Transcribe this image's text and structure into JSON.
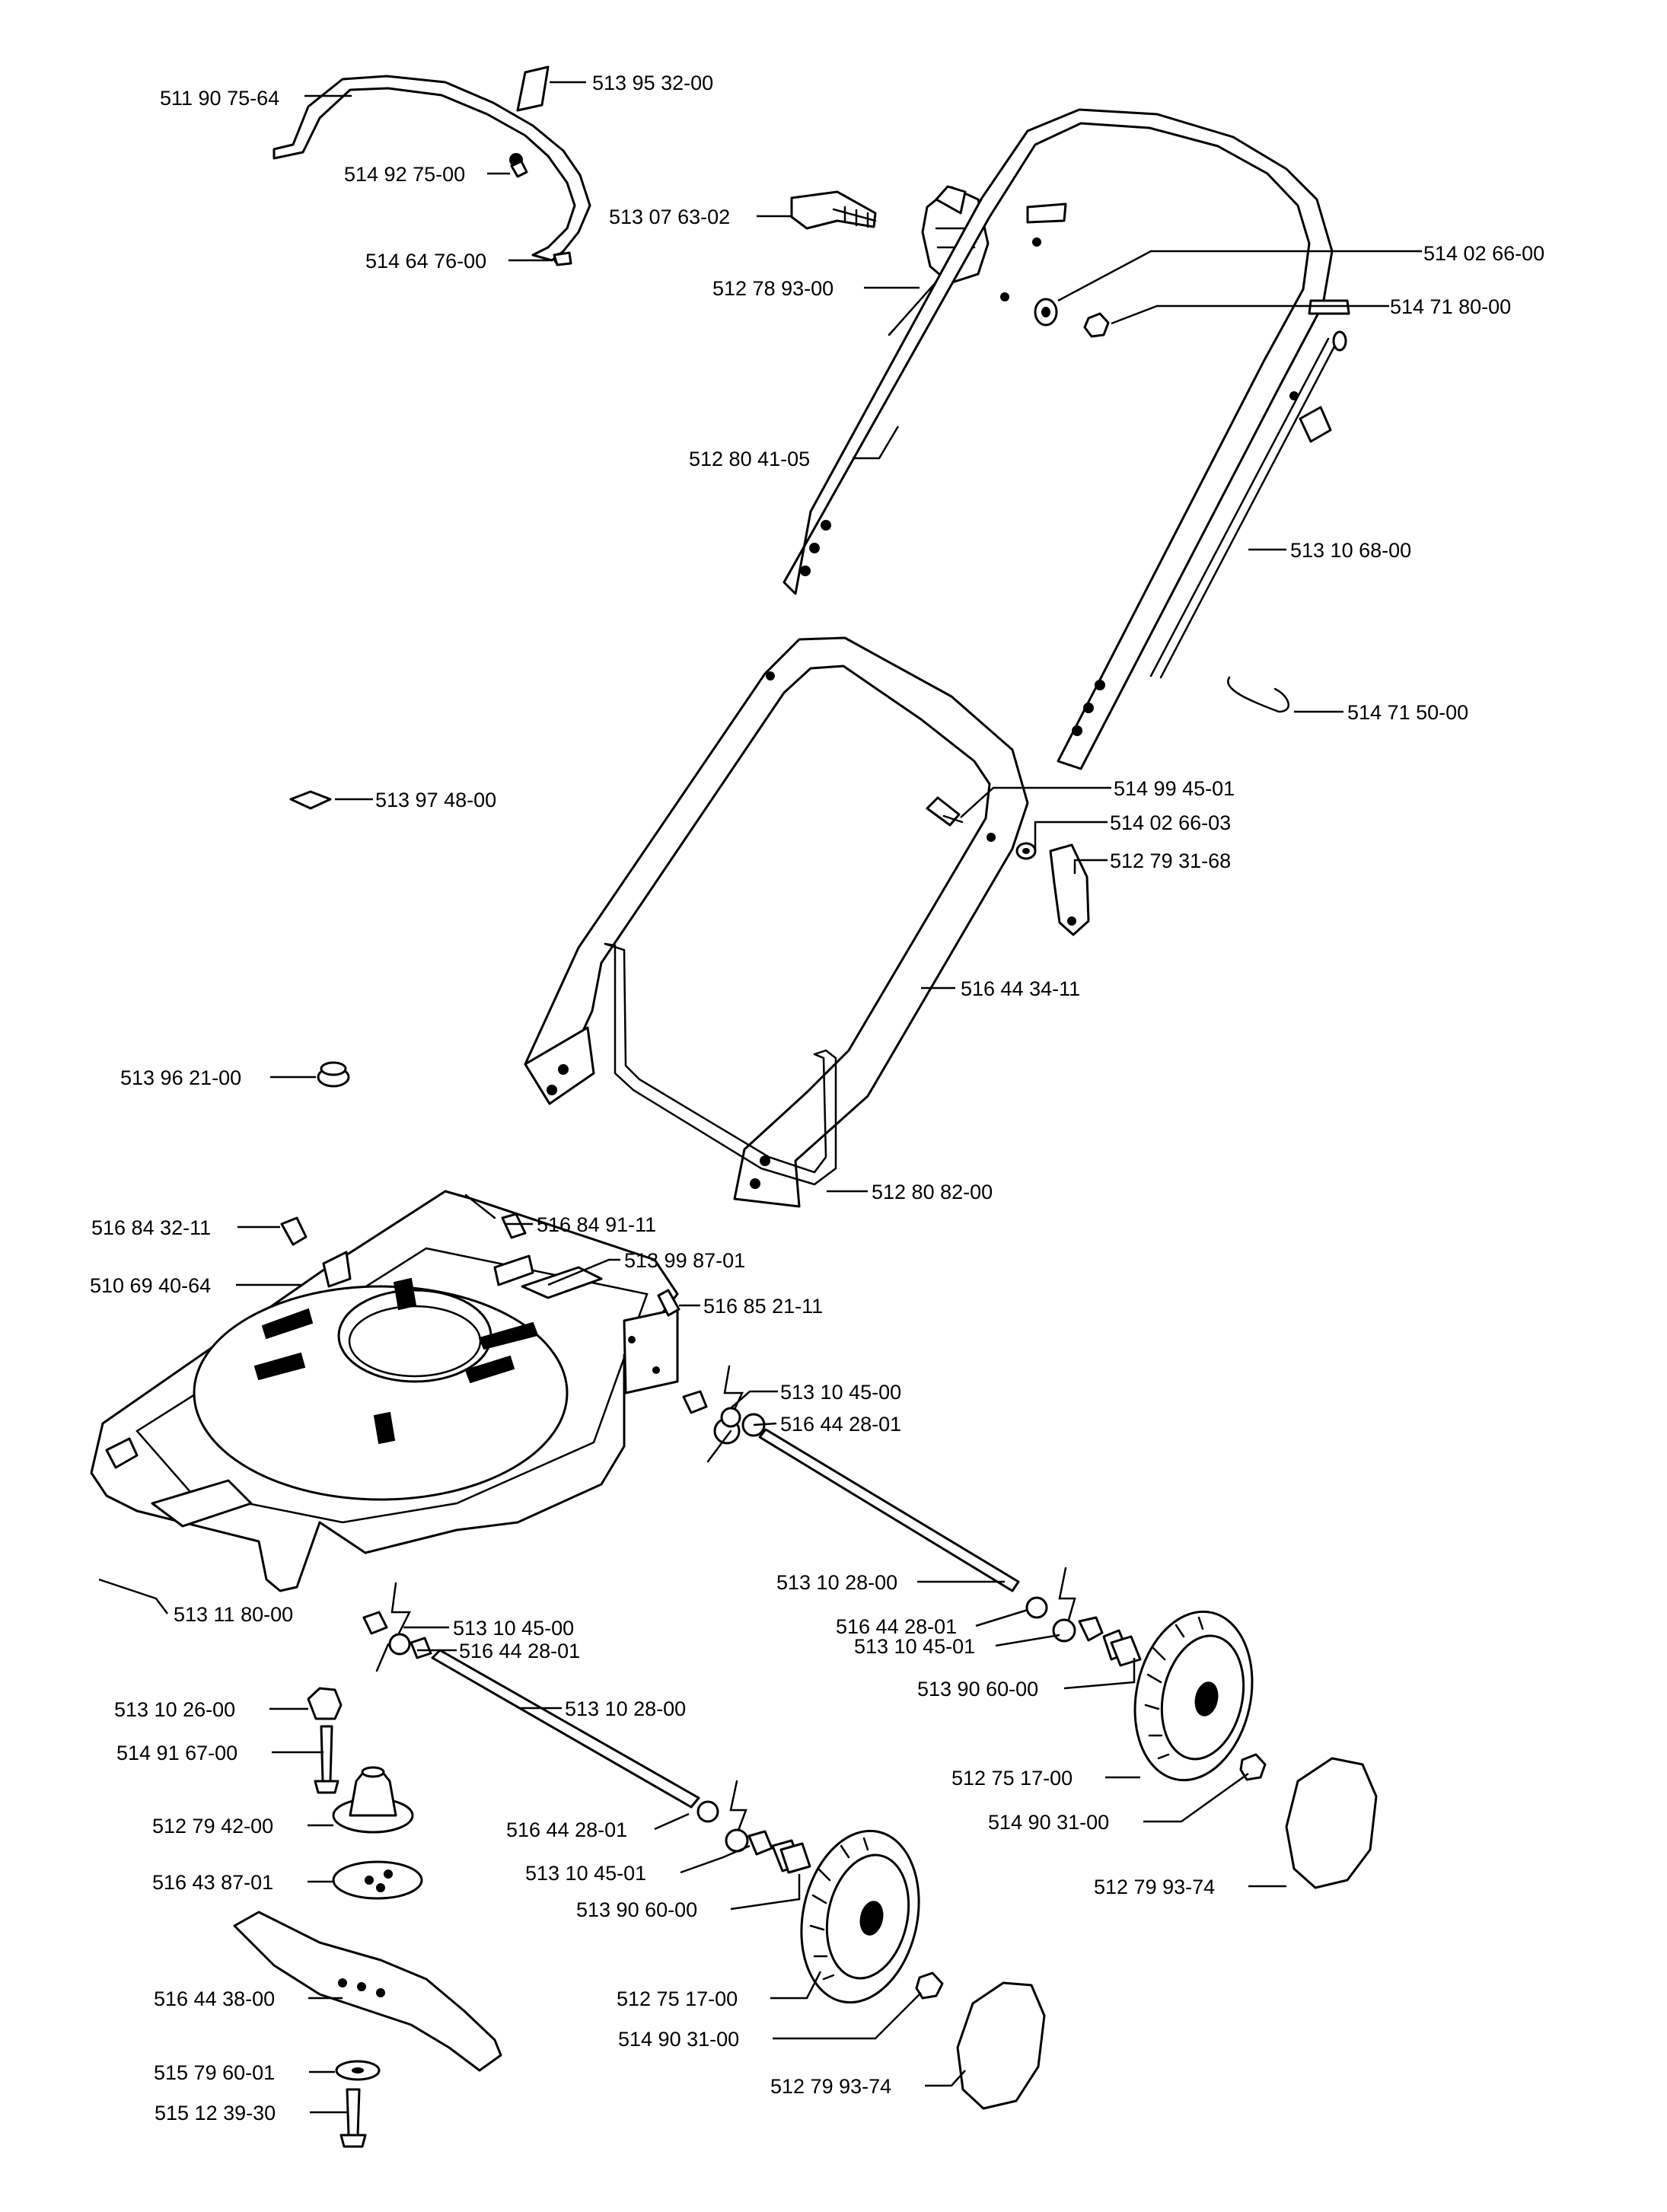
{
  "labels": [
    {
      "id": "p01",
      "text": "511 90 75-64"
    },
    {
      "id": "p02",
      "text": "513 95 32-00"
    },
    {
      "id": "p03",
      "text": "514 92 75-00"
    },
    {
      "id": "p04",
      "text": "514 64 76-00"
    },
    {
      "id": "p05",
      "text": "513 07 63-02"
    },
    {
      "id": "p06",
      "text": "512 78 93-00"
    },
    {
      "id": "p07",
      "text": "514 02 66-00"
    },
    {
      "id": "p08",
      "text": "514 71 80-00"
    },
    {
      "id": "p09",
      "text": "512 80 41-05"
    },
    {
      "id": "p10",
      "text": "513 10 68-00"
    },
    {
      "id": "p11",
      "text": "514 71 50-00"
    },
    {
      "id": "p12",
      "text": "513 97 48-00"
    },
    {
      "id": "p13",
      "text": "514 99 45-01"
    },
    {
      "id": "p14",
      "text": "514 02 66-03"
    },
    {
      "id": "p15",
      "text": "512 79 31-68"
    },
    {
      "id": "p16",
      "text": "516 44 34-11"
    },
    {
      "id": "p17",
      "text": "513 96 21-00"
    },
    {
      "id": "p18",
      "text": "512 80 82-00"
    },
    {
      "id": "p19",
      "text": "516 84 32-11"
    },
    {
      "id": "p20",
      "text": "516 84 91-11"
    },
    {
      "id": "p21",
      "text": "510 69 40-64"
    },
    {
      "id": "p22",
      "text": "513 99 87-01"
    },
    {
      "id": "p23",
      "text": "516 85 21-11"
    },
    {
      "id": "p24",
      "text": "513 10 45-00"
    },
    {
      "id": "p25",
      "text": "516 44 28-01"
    },
    {
      "id": "p26",
      "text": "513 10 28-00"
    },
    {
      "id": "p27",
      "text": "516 44 28-01"
    },
    {
      "id": "p28",
      "text": "513 11 80-00"
    },
    {
      "id": "p29",
      "text": "513 10 45-00"
    },
    {
      "id": "p30",
      "text": "516 44 28-01"
    },
    {
      "id": "p31",
      "text": "513 10 45-01"
    },
    {
      "id": "p32",
      "text": "513 90 60-00"
    },
    {
      "id": "p33",
      "text": "513 10 26-00"
    },
    {
      "id": "p34",
      "text": "513 10 28-00"
    },
    {
      "id": "p35",
      "text": "514 91 67-00"
    },
    {
      "id": "p36",
      "text": "512 75 17-00"
    },
    {
      "id": "p37",
      "text": "512 79 42-00"
    },
    {
      "id": "p38",
      "text": "514 90 31-00"
    },
    {
      "id": "p39",
      "text": "516 44 28-01"
    },
    {
      "id": "p40",
      "text": "512 79 93-74"
    },
    {
      "id": "p41",
      "text": "513 10 45-01"
    },
    {
      "id": "p42",
      "text": "516 43 87-01"
    },
    {
      "id": "p43",
      "text": "513 90 60-00"
    },
    {
      "id": "p44",
      "text": "512 75 17-00"
    },
    {
      "id": "p45",
      "text": "516 44 38-00"
    },
    {
      "id": "p46",
      "text": "514 90 31-00"
    },
    {
      "id": "p47",
      "text": "515 79 60-01"
    },
    {
      "id": "p48",
      "text": "512 79 93-74"
    },
    {
      "id": "p49",
      "text": "515 12 39-30"
    }
  ]
}
